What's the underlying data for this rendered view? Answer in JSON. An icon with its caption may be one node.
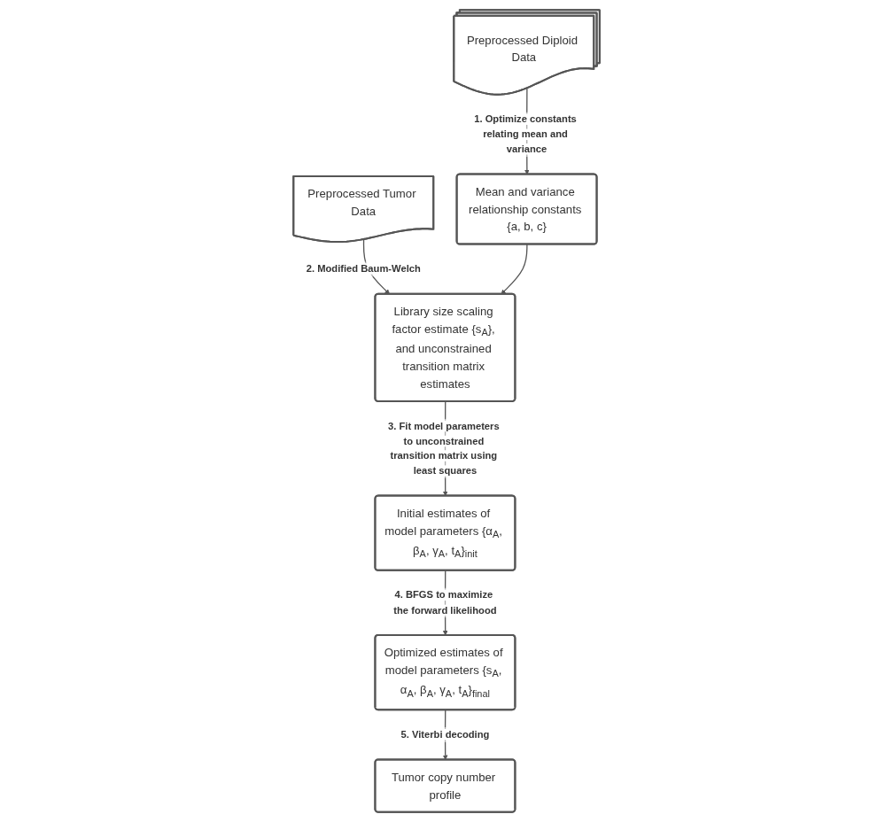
{
  "diagram": {
    "nodes": [
      {
        "text": [
          "Preprocessed Tumor Data"
        ]
      },
      {
        "text": [
          "Preprocessed Diploid Data"
        ]
      },
      {
        "text": [
          "Mean and variance relationship constants {a, b, c}"
        ]
      },
      {
        "text": [
          "Library size scaling factor estimate {s$_{A}$}, and unconstrained transition matrix estimates"
        ]
      },
      {
        "text": [
          "Initial estimates of model parameters {α$_{A}$, β$_{A}$, γ$_{A}$, t$_{A}$}$_{init}$"
        ]
      },
      {
        "text": [
          "Optimized estimates of model parameters {s$_{A}$, α$_{A}$, β$_{A}$, γ$_{A}$, t$_{A}$}$_{final}$"
        ]
      },
      {
        "text": [
          "Tumor copy number profile"
        ]
      }
    ],
    "edges": [
      {
        "from": 0,
        "to": 3,
        "arrow": "to",
        "label": "2. Modified Baum-Welch"
      },
      {
        "from": 2,
        "to": 3,
        "arrow": "to"
      },
      {
        "from": 1,
        "to": 2,
        "arrow": "to",
        "label": "1. Optimize constants relating mean and variance"
      },
      {
        "from": 3,
        "to": 4,
        "arrow": "to",
        "label": "3. Fit model parameters to unconstrained transition matrix using least squares"
      },
      {
        "from": 4,
        "to": 5,
        "arrow": "to",
        "label": "4. BFGS to maximize the forward likelihood"
      },
      {
        "from": 5,
        "to": 6,
        "arrow": "to",
        "label": "5. Viterbi decoding"
      }
    ]
  }
}
